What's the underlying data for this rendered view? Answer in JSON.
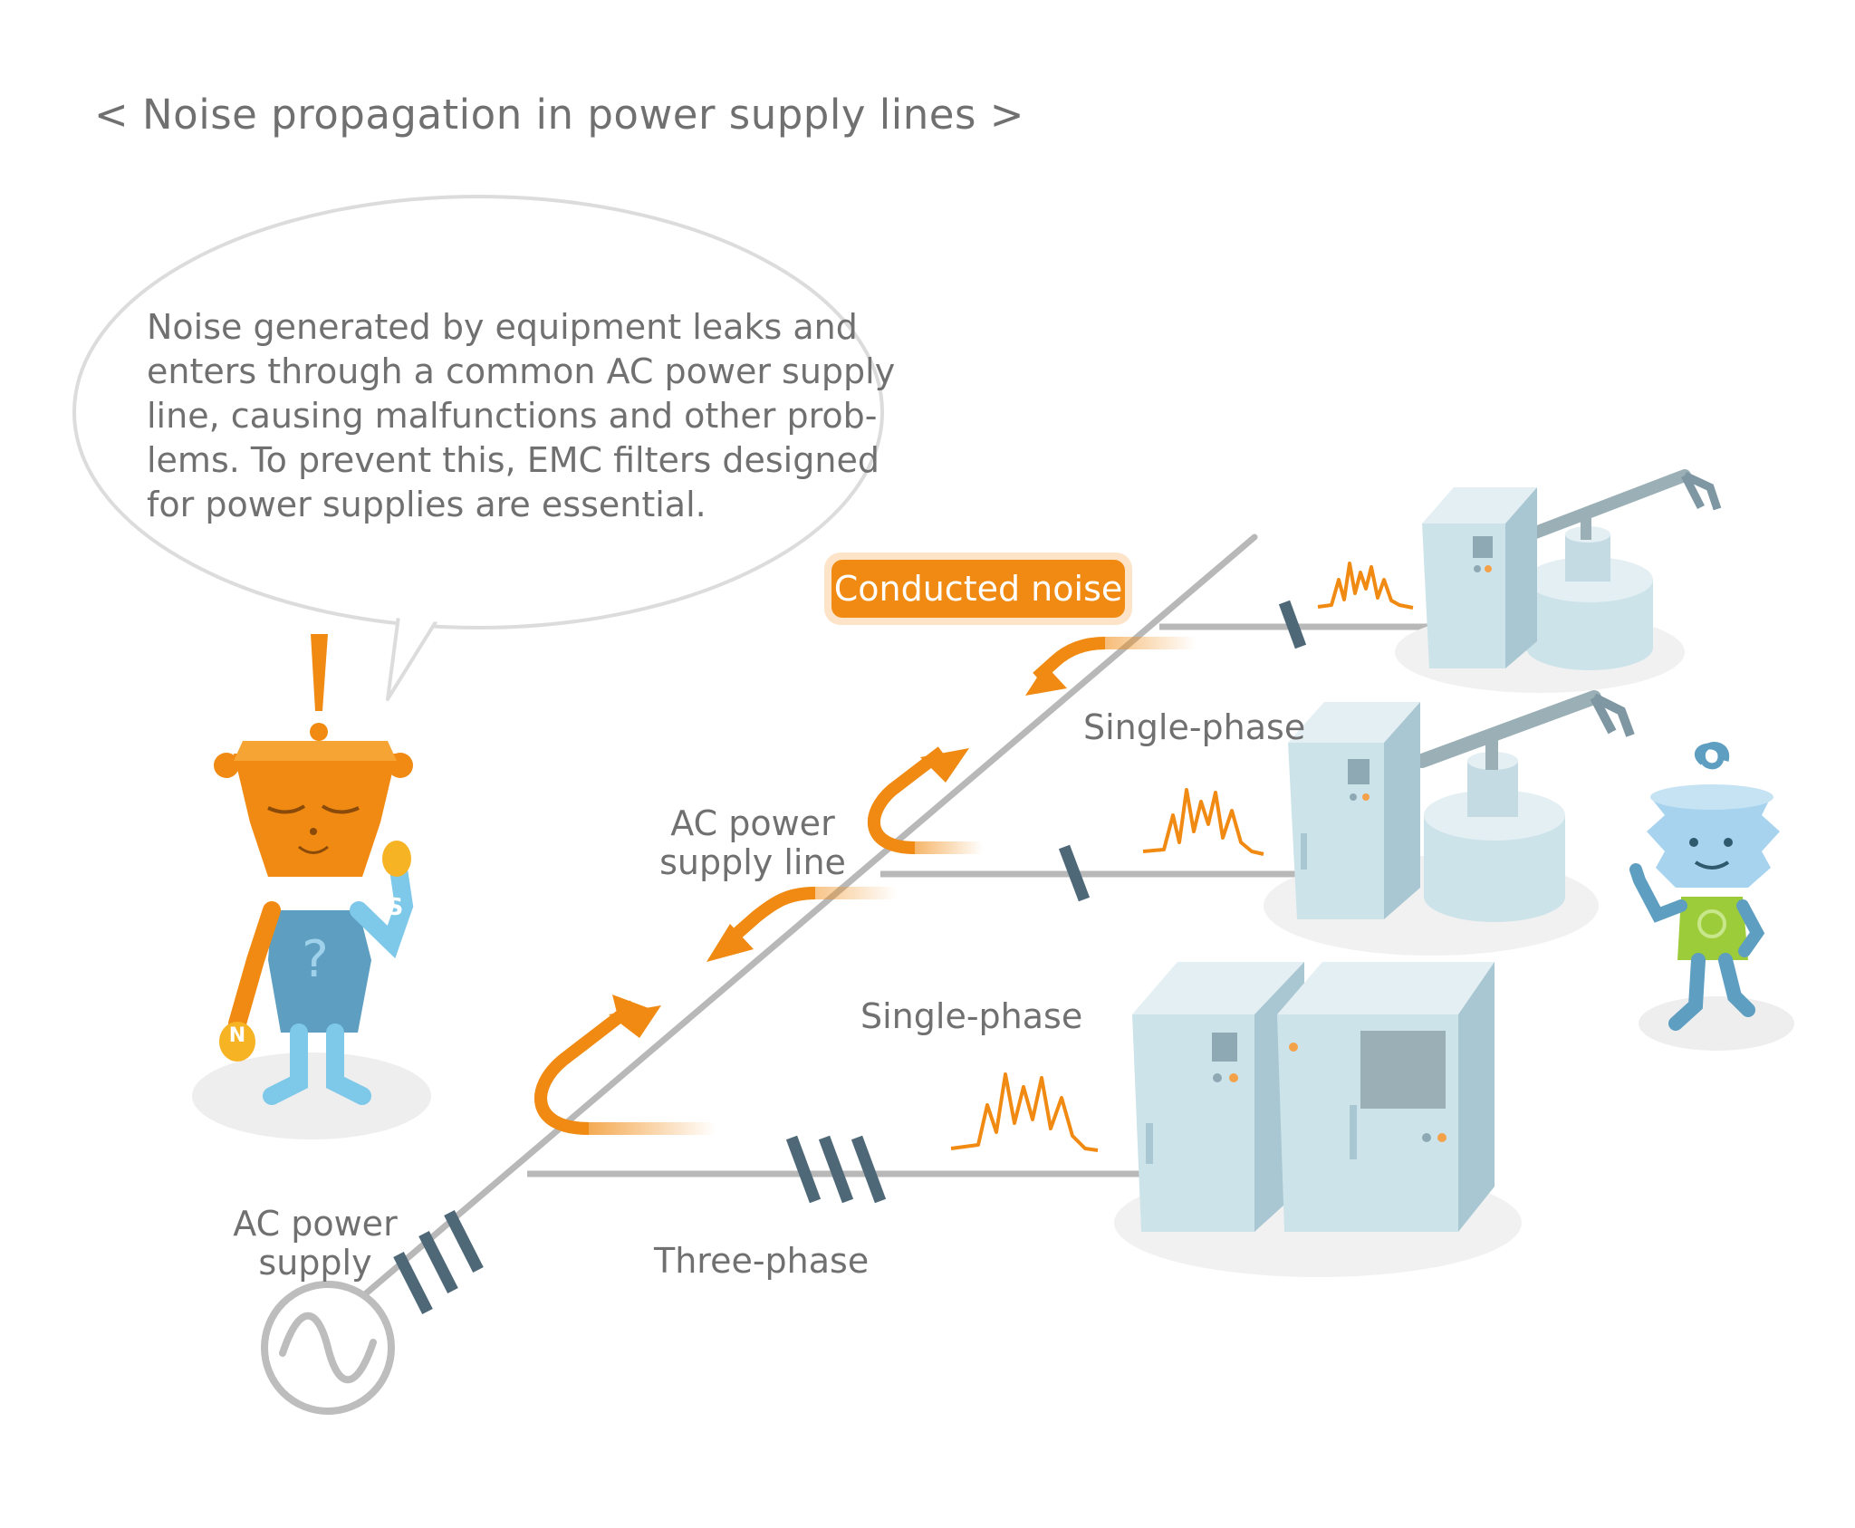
{
  "title": "< Noise propagation in power supply lines >",
  "speech_bubble": {
    "lines": [
      "Noise generated by equipment leaks and",
      "enters through a common AC power supply",
      "line, causing malfunctions and other prob-",
      "lems. To prevent this, EMC filters designed",
      "for power supplies are essential."
    ]
  },
  "labels": {
    "conducted_noise": "Conducted noise",
    "ac_power_supply_line": [
      "AC power",
      "supply line"
    ],
    "ac_power_supply": [
      "AC power",
      "supply"
    ],
    "single_phase_top": "Single-phase",
    "single_phase_middle": "Single-phase",
    "three_phase": "Three-phase"
  },
  "character_letters": {
    "shirt": "?",
    "sleeve": "S",
    "glove": "N"
  },
  "colors": {
    "noise_orange": "#f08a12",
    "line_gray": "#b8b8b8",
    "machine_blue": "#cde3ea",
    "phase_mark": "#4e6878",
    "text_gray": "#707070"
  }
}
